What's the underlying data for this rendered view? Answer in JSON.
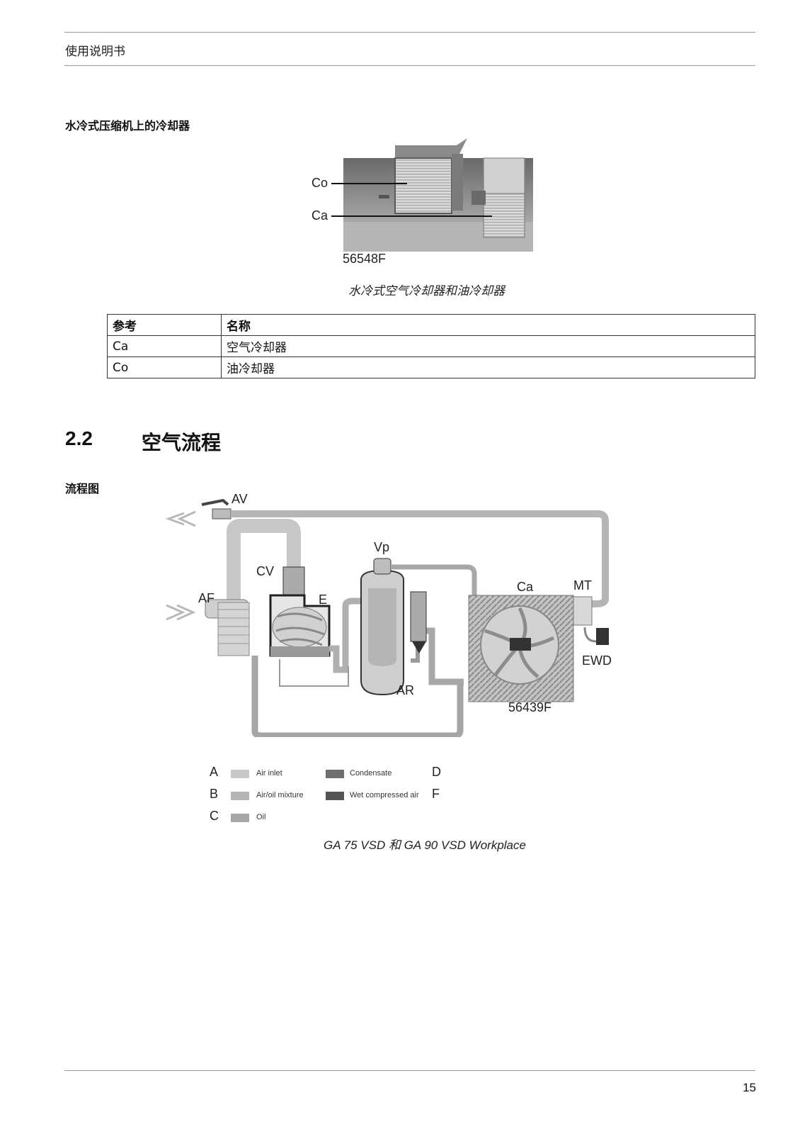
{
  "header": {
    "title": "使用说明书"
  },
  "cooler_section": {
    "heading": "水冷式压缩机上的冷却器",
    "photo_labels": {
      "co": "Co",
      "ca": "Ca",
      "code": "56548F"
    },
    "caption": "水冷式空气冷却器和油冷却器"
  },
  "ref_table": {
    "headers": [
      "参考",
      "名称"
    ],
    "rows": [
      [
        "Ca",
        "空气冷却器"
      ],
      [
        "Co",
        "油冷却器"
      ]
    ]
  },
  "section": {
    "number": "2.2",
    "title": "空气流程"
  },
  "flow_section": {
    "heading": "流程图",
    "diagram_labels": {
      "av": "AV",
      "af": "AF",
      "cv": "CV",
      "e": "E",
      "vp": "Vp",
      "ca": "Ca",
      "mt": "MT",
      "ewd": "EWD",
      "ar": "AR",
      "code": "56439F"
    },
    "legend": [
      {
        "letter": "A",
        "text": "Air inlet",
        "color": "#c8c8c8"
      },
      {
        "letter": "B",
        "text": "Air/oil mixture",
        "color": "#b4b4b4"
      },
      {
        "letter": "C",
        "text": "Oil",
        "color": "#a6a6a6"
      },
      {
        "letter": "D",
        "text": "Condensate",
        "color": "#6e6e6e"
      },
      {
        "letter": "F",
        "text": "Wet compressed air",
        "color": "#555555"
      }
    ],
    "caption": "GA 75 VSD 和 GA 90 VSD Workplace"
  },
  "footer": {
    "page_number": "15"
  }
}
